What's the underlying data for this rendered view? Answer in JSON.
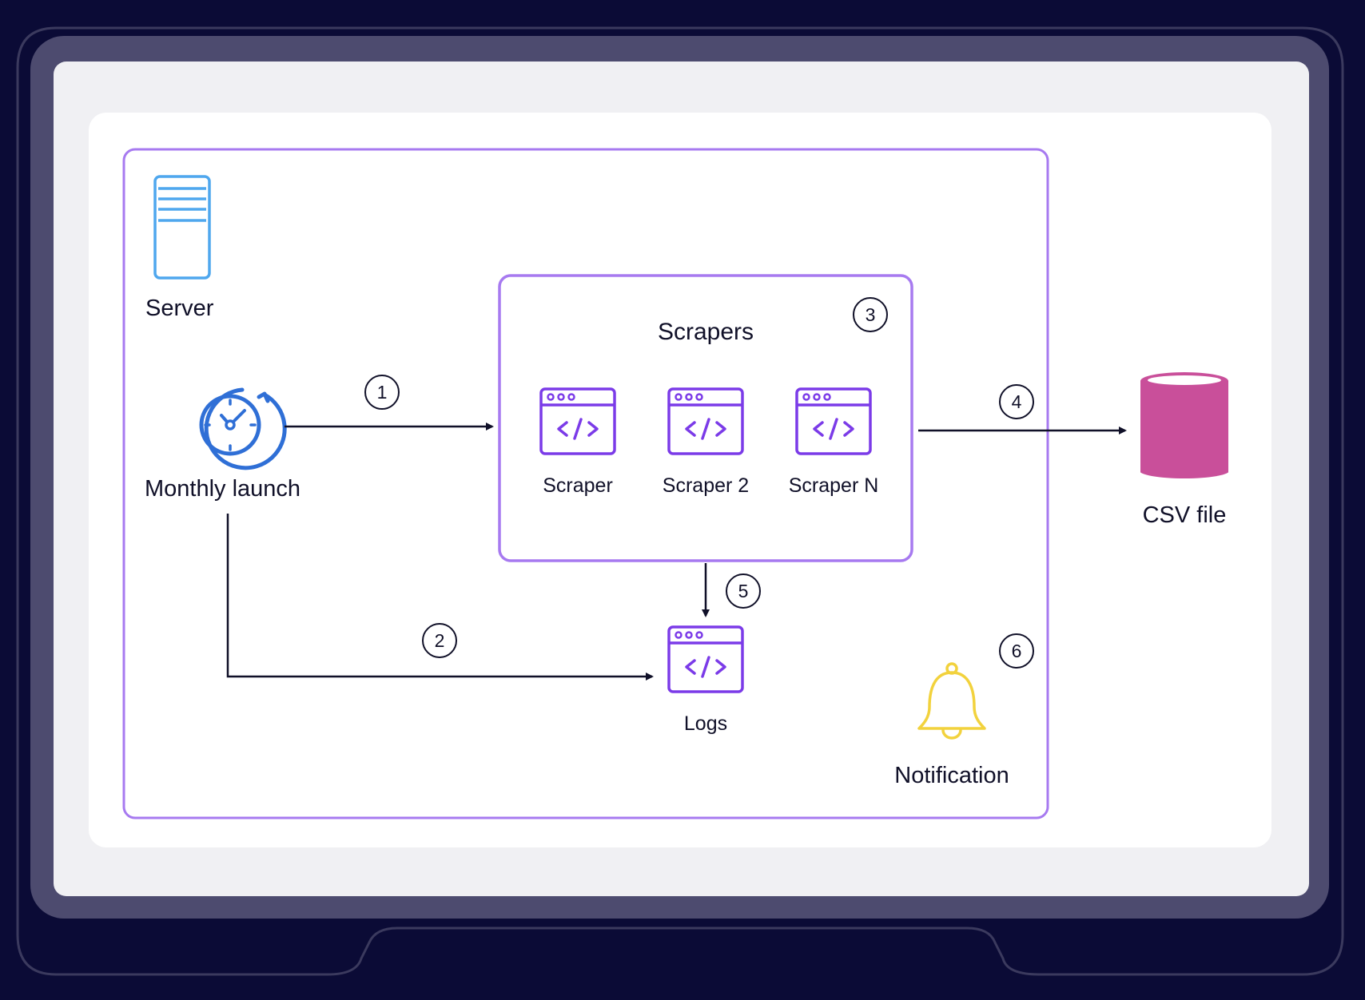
{
  "colors": {
    "background": "#0b0b36",
    "frame": "#4d4b6f",
    "screen": "#f0f0f3",
    "panel": "#ffffff",
    "border_purple": "#a77af0",
    "code_icon": "#7b3be8",
    "server_icon": "#4fa7ee",
    "clock_icon": "#2f6fd6",
    "db": "#c94f9a",
    "bell": "#f2d23d",
    "ink": "#101028"
  },
  "nodes": {
    "server": {
      "label": "Server",
      "icon": "server-icon"
    },
    "monthly_launch": {
      "label": "Monthly launch",
      "icon": "clock-refresh-icon"
    },
    "scrapers_group": {
      "label": "Scrapers"
    },
    "scraper_1": {
      "label": "Scraper",
      "icon": "code-window-icon"
    },
    "scraper_2": {
      "label": "Scraper 2",
      "icon": "code-window-icon"
    },
    "scraper_n": {
      "label": "Scraper N",
      "icon": "code-window-icon"
    },
    "logs": {
      "label": "Logs",
      "icon": "code-window-icon"
    },
    "csv_file": {
      "label": "CSV file",
      "icon": "database-icon"
    },
    "notification": {
      "label": "Notification",
      "icon": "bell-icon"
    }
  },
  "steps": [
    "1",
    "2",
    "3",
    "4",
    "5",
    "6"
  ],
  "edges": [
    {
      "from": "monthly_launch",
      "to": "scrapers_group",
      "step": "1"
    },
    {
      "from": "monthly_launch",
      "to": "logs",
      "step": "2"
    },
    {
      "from": "scrapers_group",
      "to": "csv_file",
      "step": "4"
    },
    {
      "from": "scrapers_group",
      "to": "logs",
      "step": "5"
    }
  ]
}
